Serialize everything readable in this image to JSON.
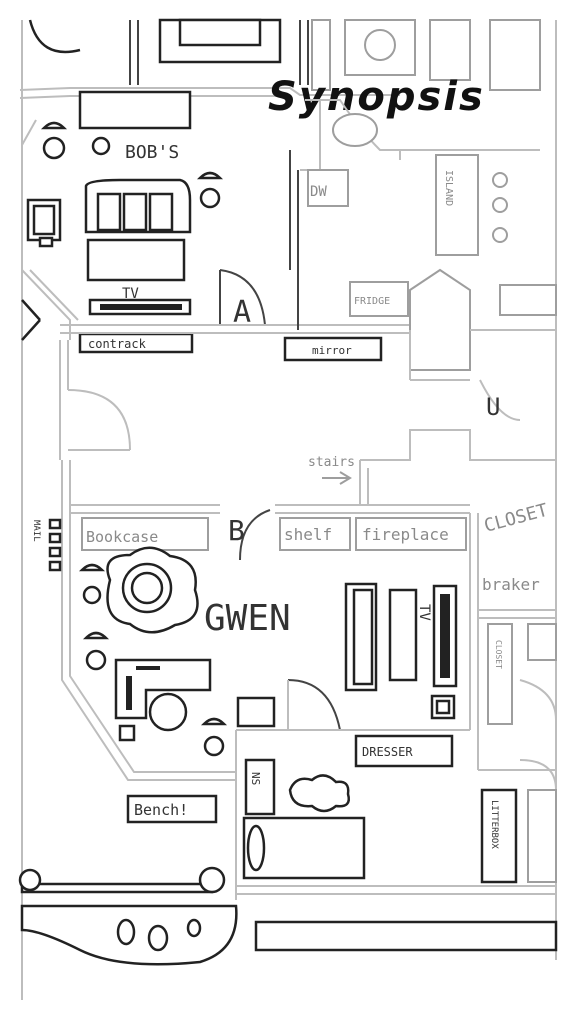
{
  "title": "Synopsis",
  "labels": {
    "bobs": "BOB'S",
    "tv_top": "TV",
    "contrack": "contrack",
    "a": "A",
    "mirror": "mirror",
    "dw": "DW",
    "fridge": "FRIDGE",
    "island": "ISLAND",
    "u": "U",
    "stairs": "stairs",
    "b": "B",
    "bookcase": "Bookcase",
    "shelf": "shelf",
    "fireplace": "fireplace",
    "closet": "CLOSET",
    "breaker": "braker",
    "gwen": "GWEN",
    "tv_side": "TV",
    "mail": "MAIL",
    "dresser": "DRESSER",
    "ns": "NS",
    "bench": "Bench!",
    "litter_box": "LITTERBOX",
    "closet_small": "CLOSET"
  }
}
